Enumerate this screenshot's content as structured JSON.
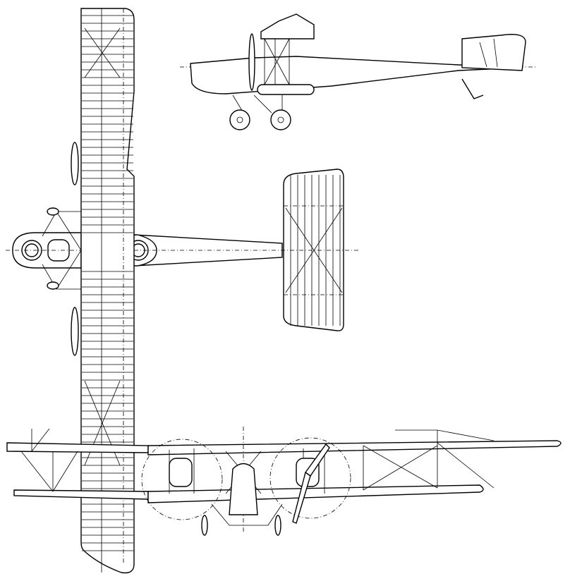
{
  "drawing": {
    "views": [
      "side-view",
      "top-view",
      "front-view"
    ],
    "colors": {
      "line": "#000000",
      "background": "#ffffff"
    }
  }
}
